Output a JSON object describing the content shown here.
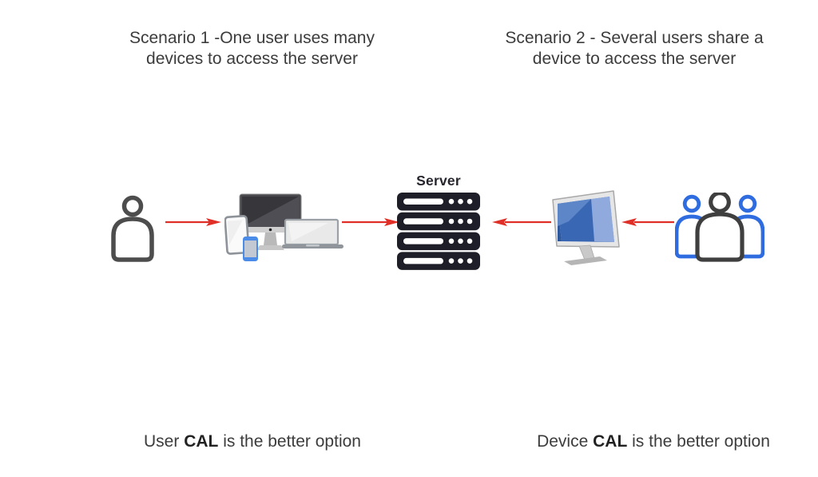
{
  "scenario1": {
    "title_line1": "Scenario 1 -One user uses many",
    "title_line2": "devices to access the server",
    "caption_prefix": "User ",
    "caption_bold": "CAL",
    "caption_suffix": " is the better option"
  },
  "scenario2": {
    "title_line1": "Scenario 2 - Several users share a",
    "title_line2": "device to access the server",
    "caption_prefix": "Device ",
    "caption_bold": "CAL",
    "caption_suffix": " is the better option"
  },
  "server": {
    "label": "Server"
  },
  "icons": {
    "left_node": "single-user-icon",
    "left_middle_node": "multi-device-cluster-icon",
    "center_node": "server-rack-icon",
    "right_middle_node": "desktop-monitor-icon",
    "right_node": "three-user-group-icon"
  },
  "diagram": {
    "flows": [
      {
        "from": "single-user",
        "to": "multi-device-cluster",
        "direction": "right"
      },
      {
        "from": "multi-device-cluster",
        "to": "server",
        "direction": "right"
      },
      {
        "from": "desktop-monitor",
        "to": "server",
        "direction": "left"
      },
      {
        "from": "three-user-group",
        "to": "desktop-monitor",
        "direction": "left"
      }
    ]
  },
  "colors": {
    "background": "#ffffff",
    "text": "#3c3c3c",
    "text_bold": "#222222",
    "arrow_red": "#e02f27",
    "outline_dark": "#4d4d4d",
    "group_blue": "#2e6ce0",
    "server_dark": "#1e1e29",
    "monitor_blue": "#3a67b4",
    "monitor_blue_light": "#9db4e2",
    "device_gray": "#c9c9c9",
    "phone_blue": "#4a8ce8"
  }
}
